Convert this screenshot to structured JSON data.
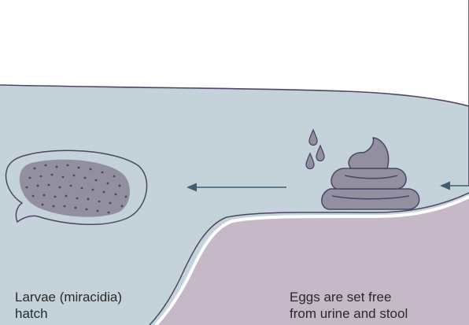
{
  "captions": {
    "larvae_line1": "Larvae (miracidia)",
    "larvae_line2": "hatch",
    "eggs_line1": "Eggs are set free",
    "eggs_line2": "from urine and stool"
  },
  "colors": {
    "water": "#c3d3d9",
    "ground": "#c5b8c7",
    "outline": "#4e4566",
    "stool": "#928fa1",
    "egg_shell": "#c3d3d9",
    "egg_core": "#928fa1",
    "arrow": "#3e5f73"
  },
  "icons": {
    "egg": "egg-icon",
    "stool": "stool-icon",
    "droplets": "droplet-icon",
    "arrows": "arrow-left-icon"
  }
}
